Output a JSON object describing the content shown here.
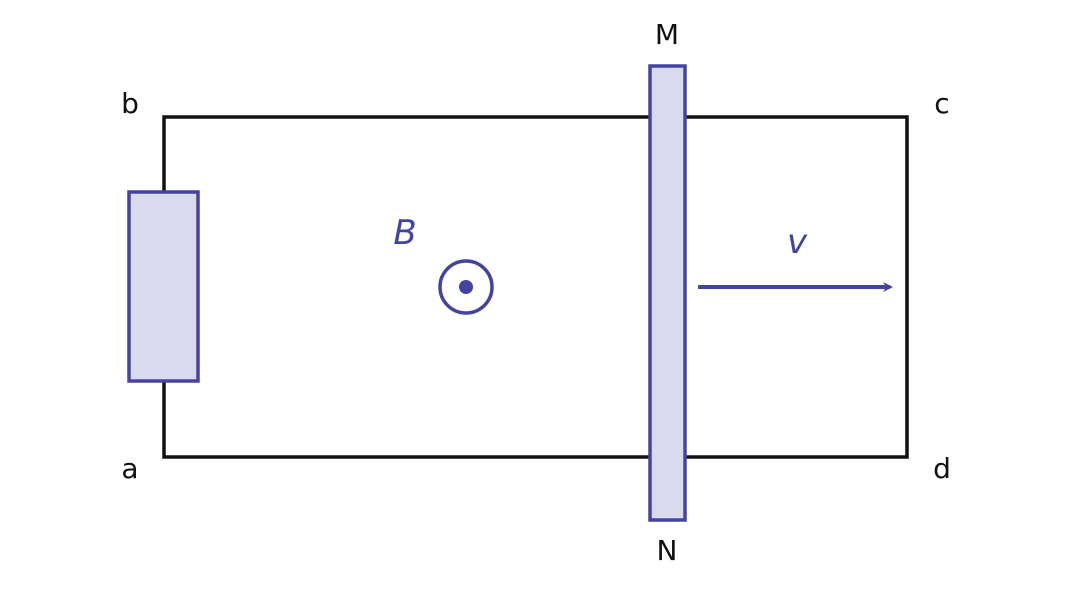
{
  "labels": {
    "corner_b": "b",
    "corner_c": "c",
    "corner_a": "a",
    "corner_d": "d",
    "rod_top": "M",
    "rod_bottom": "N",
    "field": "B",
    "velocity": "v"
  },
  "colors": {
    "frame": "#111111",
    "accent": "#4444a0",
    "fill": "#d9daee"
  },
  "field_direction": "out-of-page"
}
